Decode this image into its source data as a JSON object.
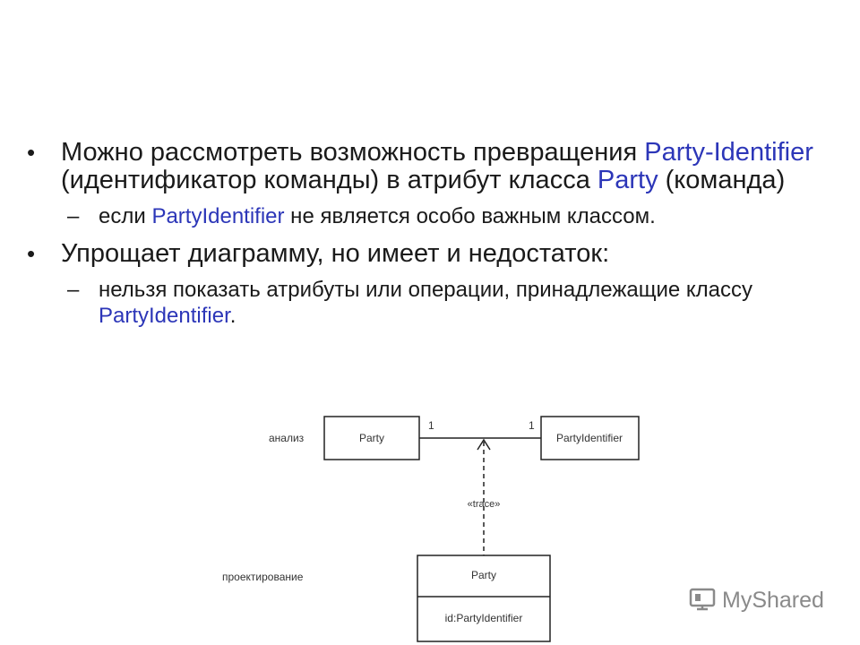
{
  "bullets": [
    {
      "part1": "Можно рассмотреть возможность превращения ",
      "part2": "Party-Identifier",
      "part3": " (идентификатор команды) в атрибут класса ",
      "part4": "Party",
      "part5": " (команда)",
      "sub": [
        {
          "part1": "если ",
          "part2": "PartyIdentifier",
          "part3": " не является особо важным классом."
        }
      ]
    },
    {
      "part1": "Упрощает диаграмму, но имеет и недостаток:",
      "sub": [
        {
          "part1": "нельзя показать атрибуты или операции, принадлежащие классу ",
          "part2": "PartyIdentifier",
          "part3": "."
        }
      ]
    }
  ],
  "diagram": {
    "analysis_label": "анализ",
    "design_label": "проектирование",
    "class_party": "Party",
    "class_party_identifier": "PartyIdentifier",
    "multiplicity_left": "1",
    "multiplicity_right": "1",
    "stereotype": "«trace»",
    "design_class_name": "Party",
    "design_class_attribute": "id:PartyIdentifier"
  },
  "watermark": {
    "text": "MyShared",
    "icon": "projector-icon"
  },
  "colors": {
    "highlight": "#2c36b8",
    "text": "#1a1a1a",
    "lines": "#222222"
  }
}
